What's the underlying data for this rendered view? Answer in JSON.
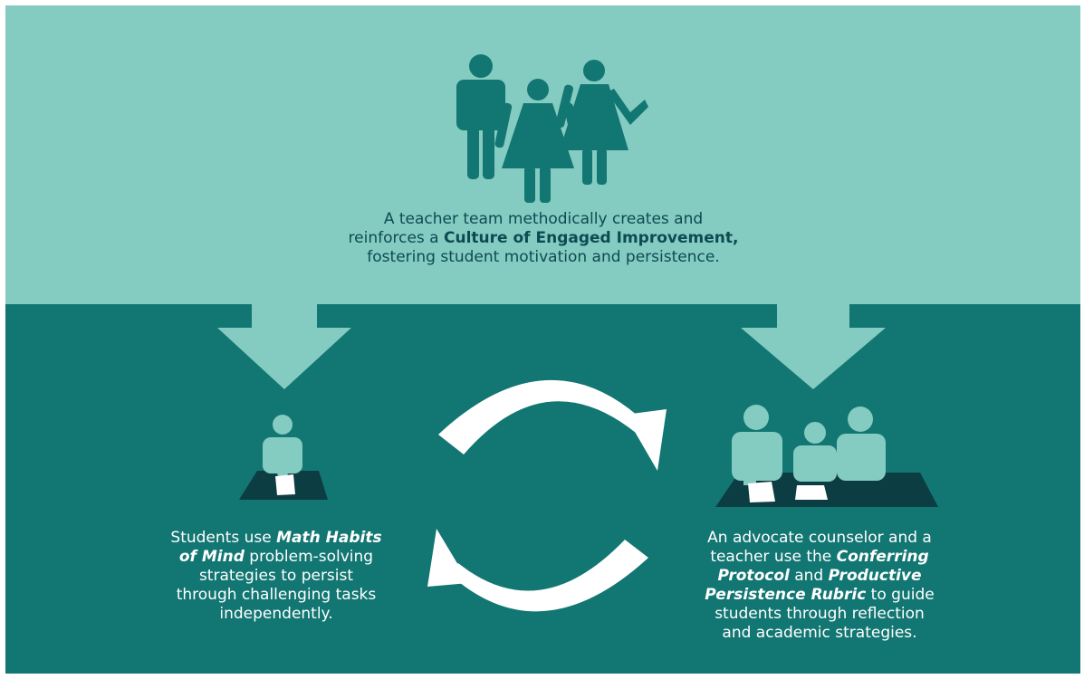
{
  "top_caption": {
    "line1": "A teacher team methodically creates and",
    "line2_pre": "reinforces a ",
    "line2_bold": "Culture of Engaged Improvement,",
    "line3": "fostering student motivation and persistence."
  },
  "left_caption": {
    "l1_pre": "Students use ",
    "l1_bi": "Math Habits",
    "l2_bi": "of Mind",
    "l2_post": " problem-solving",
    "l3": "strategies to persist",
    "l4": "through challenging tasks",
    "l5": "independently."
  },
  "right_caption": {
    "l1": "An advocate counselor and a",
    "l2_pre": "teacher use the ",
    "l2_bi": "Conferring",
    "l3_bi1": "Protocol",
    "l3_mid": " and ",
    "l3_bi2": "Productive",
    "l4_bi": "Persistence Rubric",
    "l4_post": " to guide",
    "l5": "students through reflection",
    "l6": "and academic strategies."
  },
  "colors": {
    "top_band": "#84cbc1",
    "bottom_band": "#127672",
    "figure_dark": "#127672",
    "figure_light": "#84cbc1",
    "desk": "#0c3d43",
    "cycle_arrows": "#ffffff"
  },
  "icons": [
    "teacher-team-icon",
    "student-at-desk-icon",
    "conference-group-icon",
    "cycle-arrows-icon",
    "down-arrow-icon"
  ]
}
